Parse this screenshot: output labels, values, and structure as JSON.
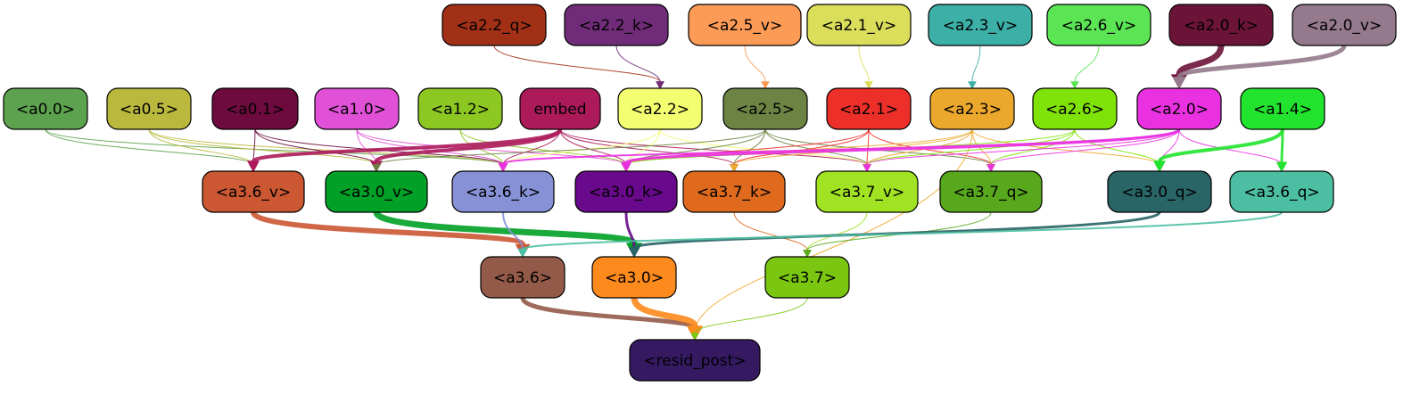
{
  "nodes": {
    "a2_2_q": {
      "label": "<a2.2_q>",
      "fill": "#a23016",
      "text": "#000000"
    },
    "a2_2_k": {
      "label": "<a2.2_k>",
      "fill": "#702c78",
      "text": "#000000"
    },
    "a2_5_v": {
      "label": "<a2.5_v>",
      "fill": "#fc9b56",
      "text": "#000000"
    },
    "a2_1_v": {
      "label": "<a2.1_v>",
      "fill": "#dbde5b",
      "text": "#000000"
    },
    "a2_3_v": {
      "label": "<a2.3_v>",
      "fill": "#3cb0a7",
      "text": "#000000"
    },
    "a2_6_v": {
      "label": "<a2.6_v>",
      "fill": "#5be555",
      "text": "#000000"
    },
    "a2_0_k": {
      "label": "<a2.0_k>",
      "fill": "#6c1438",
      "text": "#000000"
    },
    "a2_0_v": {
      "label": "<a2.0_v>",
      "fill": "#95798c",
      "text": "#000000"
    },
    "a0_0": {
      "label": "<a0.0>",
      "fill": "#5da24e",
      "text": "#000000"
    },
    "a0_5": {
      "label": "<a0.5>",
      "fill": "#bab93e",
      "text": "#000000"
    },
    "a0_1": {
      "label": "<a0.1>",
      "fill": "#6d0b3e",
      "text": "#000000"
    },
    "a1_0": {
      "label": "<a1.0>",
      "fill": "#e151d7",
      "text": "#000000"
    },
    "a1_2": {
      "label": "<a1.2>",
      "fill": "#8dc722",
      "text": "#000000"
    },
    "embed": {
      "label": "embed",
      "fill": "#ac1a5a",
      "text": "#000000"
    },
    "a2_2": {
      "label": "<a2.2>",
      "fill": "#f3fe70",
      "text": "#000000"
    },
    "a2_5": {
      "label": "<a2.5>",
      "fill": "#6d8344",
      "text": "#000000"
    },
    "a2_1": {
      "label": "<a2.1>",
      "fill": "#ec2f29",
      "text": "#000000"
    },
    "a2_3": {
      "label": "<a2.3>",
      "fill": "#eca82c",
      "text": "#000000"
    },
    "a2_6": {
      "label": "<a2.6>",
      "fill": "#7fe208",
      "text": "#000000"
    },
    "a2_0": {
      "label": "<a2.0>",
      "fill": "#ea31e2",
      "text": "#000000"
    },
    "a1_4": {
      "label": "<a1.4>",
      "fill": "#22e32d",
      "text": "#000000"
    },
    "a3_6_v": {
      "label": "<a3.6_v>",
      "fill": "#cb5733",
      "text": "#000000"
    },
    "a3_0_v": {
      "label": "<a3.0_v>",
      "fill": "#01a026",
      "text": "#000000"
    },
    "a3_6_k": {
      "label": "<a3.6_k>",
      "fill": "#8691d6",
      "text": "#000000"
    },
    "a3_0_k": {
      "label": "<a3.0_k>",
      "fill": "#69098b",
      "text": "#000000"
    },
    "a3_7_k": {
      "label": "<a3.7_k>",
      "fill": "#df6a1e",
      "text": "#000000"
    },
    "a3_7_v": {
      "label": "<a3.7_v>",
      "fill": "#a1e323",
      "text": "#000000"
    },
    "a3_7_q": {
      "label": "<a3.7_q>",
      "fill": "#58a81d",
      "text": "#000000"
    },
    "a3_0_q": {
      "label": "<a3.0_q>",
      "fill": "#296466",
      "text": "#000000"
    },
    "a3_6_q": {
      "label": "<a3.6_q>",
      "fill": "#4cbfa2",
      "text": "#000000"
    },
    "a3_6": {
      "label": "<a3.6>",
      "fill": "#945a49",
      "text": "#000000"
    },
    "a3_0": {
      "label": "<a3.0>",
      "fill": "#fd8a1c",
      "text": "#000000"
    },
    "a3_7": {
      "label": "<a3.7>",
      "fill": "#7ac611",
      "text": "#000000"
    },
    "resid_post": {
      "label": "<resid_post>",
      "fill": "#351a62",
      "text": "#000000"
    }
  },
  "edges": [
    {
      "from": "a2_2_q",
      "to": "a2_2",
      "color": "#a23016",
      "weight": 1
    },
    {
      "from": "a2_2_k",
      "to": "a2_2",
      "color": "#702c78",
      "weight": 1
    },
    {
      "from": "a2_5_v",
      "to": "a2_5",
      "color": "#fc9b56",
      "weight": 1
    },
    {
      "from": "a2_1_v",
      "to": "a2_1",
      "color": "#dbde5b",
      "weight": 1
    },
    {
      "from": "a2_3_v",
      "to": "a2_3",
      "color": "#3cb0a7",
      "weight": 1
    },
    {
      "from": "a2_6_v",
      "to": "a2_6",
      "color": "#5be555",
      "weight": 1
    },
    {
      "from": "a2_0_k",
      "to": "a2_0",
      "color": "#6c1438",
      "weight": 7
    },
    {
      "from": "a2_0_v",
      "to": "a2_0",
      "color": "#95798c",
      "weight": 5
    },
    {
      "from": "a0_0",
      "to": "a3_6_v",
      "color": "#5da24e",
      "weight": 1
    },
    {
      "from": "a0_0",
      "to": "a3_6_k",
      "color": "#5da24e",
      "weight": 1
    },
    {
      "from": "a0_5",
      "to": "a3_6_v",
      "color": "#bab93e",
      "weight": 1
    },
    {
      "from": "a0_5",
      "to": "a3_0_v",
      "color": "#bab93e",
      "weight": 1
    },
    {
      "from": "a0_5",
      "to": "a3_6_k",
      "color": "#bab93e",
      "weight": 1
    },
    {
      "from": "a0_1",
      "to": "a3_6_v",
      "color": "#6d0b3e",
      "weight": 1
    },
    {
      "from": "a0_1",
      "to": "a3_0_v",
      "color": "#6d0b3e",
      "weight": 1
    },
    {
      "from": "a0_1",
      "to": "a3_6_k",
      "color": "#6d0b3e",
      "weight": 1
    },
    {
      "from": "a1_0",
      "to": "a3_0_v",
      "color": "#e151d7",
      "weight": 1
    },
    {
      "from": "a1_0",
      "to": "a3_6_k",
      "color": "#e151d7",
      "weight": 1
    },
    {
      "from": "a1_0",
      "to": "a3_0_k",
      "color": "#e151d7",
      "weight": 1
    },
    {
      "from": "a1_2",
      "to": "a3_6_k",
      "color": "#8dc722",
      "weight": 1
    },
    {
      "from": "a1_2",
      "to": "a3_0_k",
      "color": "#8dc722",
      "weight": 1
    },
    {
      "from": "embed",
      "to": "a3_6_v",
      "color": "#ac1a5a",
      "weight": 4
    },
    {
      "from": "embed",
      "to": "a3_0_v",
      "color": "#ac1a5a",
      "weight": 4
    },
    {
      "from": "embed",
      "to": "a3_6_k",
      "color": "#ac1a5a",
      "weight": 1
    },
    {
      "from": "embed",
      "to": "a3_0_k",
      "color": "#ac1a5a",
      "weight": 1
    },
    {
      "from": "embed",
      "to": "a3_7_k",
      "color": "#ac1a5a",
      "weight": 1
    },
    {
      "from": "embed",
      "to": "a3_7_v",
      "color": "#ac1a5a",
      "weight": 1
    },
    {
      "from": "a2_2",
      "to": "a3_6_k",
      "color": "#f3fe70",
      "weight": 1
    },
    {
      "from": "a2_2",
      "to": "a3_0_k",
      "color": "#f3fe70",
      "weight": 1
    },
    {
      "from": "a2_2",
      "to": "a3_7_v",
      "color": "#f3fe70",
      "weight": 1
    },
    {
      "from": "a2_5",
      "to": "a3_0_v",
      "color": "#6d8344",
      "weight": 1
    },
    {
      "from": "a2_5",
      "to": "a3_0_k",
      "color": "#6d8344",
      "weight": 1
    },
    {
      "from": "a2_5",
      "to": "a3_7_k",
      "color": "#6d8344",
      "weight": 1
    },
    {
      "from": "a2_5",
      "to": "a3_7_v",
      "color": "#6d8344",
      "weight": 1
    },
    {
      "from": "a2_5",
      "to": "a3_7_q",
      "color": "#6d8344",
      "weight": 1
    },
    {
      "from": "a2_1",
      "to": "a3_0_k",
      "color": "#ec2f29",
      "weight": 1
    },
    {
      "from": "a2_1",
      "to": "a3_7_k",
      "color": "#ec2f29",
      "weight": 1
    },
    {
      "from": "a2_1",
      "to": "a3_7_v",
      "color": "#ec2f29",
      "weight": 1
    },
    {
      "from": "a2_1",
      "to": "a3_7_q",
      "color": "#ec2f29",
      "weight": 1
    },
    {
      "from": "a2_3",
      "to": "a3_0_k",
      "color": "#eca82c",
      "weight": 1
    },
    {
      "from": "a2_3",
      "to": "a3_7_k",
      "color": "#eca82c",
      "weight": 1
    },
    {
      "from": "a2_3",
      "to": "a3_7_v",
      "color": "#eca82c",
      "weight": 1
    },
    {
      "from": "a2_3",
      "to": "a3_7_q",
      "color": "#eca82c",
      "weight": 1
    },
    {
      "from": "a2_3",
      "to": "a3_0_q",
      "color": "#eca82c",
      "weight": 1
    },
    {
      "from": "a2_3",
      "to": "resid_post",
      "color": "#eca82c",
      "weight": 1
    },
    {
      "from": "a2_6",
      "to": "a3_0_k",
      "color": "#7fe208",
      "weight": 1
    },
    {
      "from": "a2_6",
      "to": "a3_7_v",
      "color": "#7fe208",
      "weight": 1
    },
    {
      "from": "a2_6",
      "to": "a3_7_q",
      "color": "#7fe208",
      "weight": 1
    },
    {
      "from": "a2_6",
      "to": "a3_0_q",
      "color": "#7fe208",
      "weight": 1
    },
    {
      "from": "a2_0",
      "to": "a3_6_k",
      "color": "#ea31e2",
      "weight": 2
    },
    {
      "from": "a2_0",
      "to": "a3_0_k",
      "color": "#ea31e2",
      "weight": 3
    },
    {
      "from": "a2_0",
      "to": "a3_7_v",
      "color": "#ea31e2",
      "weight": 1
    },
    {
      "from": "a2_0",
      "to": "a3_7_q",
      "color": "#ea31e2",
      "weight": 1
    },
    {
      "from": "a2_0",
      "to": "a3_0_q",
      "color": "#ea31e2",
      "weight": 1
    },
    {
      "from": "a2_0",
      "to": "a3_6_q",
      "color": "#ea31e2",
      "weight": 1
    },
    {
      "from": "a1_4",
      "to": "a3_0_q",
      "color": "#22e32d",
      "weight": 4
    },
    {
      "from": "a1_4",
      "to": "a3_6_q",
      "color": "#22e32d",
      "weight": 3
    },
    {
      "from": "a3_6_v",
      "to": "a3_6",
      "color": "#cb5733",
      "weight": 6
    },
    {
      "from": "a3_0_v",
      "to": "a3_0",
      "color": "#01a026",
      "weight": 7
    },
    {
      "from": "a3_6_k",
      "to": "a3_6",
      "color": "#8691d6",
      "weight": 2
    },
    {
      "from": "a3_0_k",
      "to": "a3_0",
      "color": "#69098b",
      "weight": 3
    },
    {
      "from": "a3_7_k",
      "to": "a3_7",
      "color": "#df6a1e",
      "weight": 1
    },
    {
      "from": "a3_7_v",
      "to": "a3_7",
      "color": "#a1e323",
      "weight": 1
    },
    {
      "from": "a3_7_q",
      "to": "a3_7",
      "color": "#58a81d",
      "weight": 1
    },
    {
      "from": "a3_0_q",
      "to": "a3_0",
      "color": "#296466",
      "weight": 3
    },
    {
      "from": "a3_6_q",
      "to": "a3_6",
      "color": "#4cbfa2",
      "weight": 2
    },
    {
      "from": "a3_6",
      "to": "resid_post",
      "color": "#945a49",
      "weight": 5
    },
    {
      "from": "a3_0",
      "to": "resid_post",
      "color": "#fd8a1c",
      "weight": 7
    },
    {
      "from": "a3_7",
      "to": "resid_post",
      "color": "#7ac611",
      "weight": 1
    }
  ]
}
